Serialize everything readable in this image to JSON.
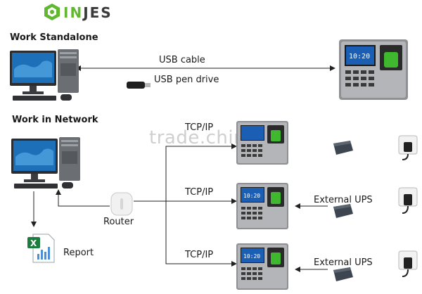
{
  "brand": {
    "name_green": "IN",
    "name_dark": "JES",
    "color_green": "#5fb82f",
    "color_dark": "#3a3a3a"
  },
  "sections": {
    "standalone_title": "Work Standalone",
    "network_title": "Work in Network"
  },
  "labels": {
    "usb_cable": "USB cable",
    "usb_pen_drive": "USB pen drive",
    "tcp_top": "TCP/IP",
    "tcp_mid": "TCP/IP",
    "tcp_bottom": "TCP/IP",
    "router": "Router",
    "report": "Report",
    "ups_mid": "External UPS",
    "ups_bottom": "External UPS"
  },
  "device_display_time": "10:20",
  "watermark": "trade.china.cn",
  "icons": [
    "injes-logo-icon",
    "desktop-computer-icon",
    "usb-drive-icon",
    "fingerprint-terminal-icon",
    "router-icon",
    "excel-report-icon",
    "ups-adapter-icon",
    "power-socket-icon"
  ]
}
